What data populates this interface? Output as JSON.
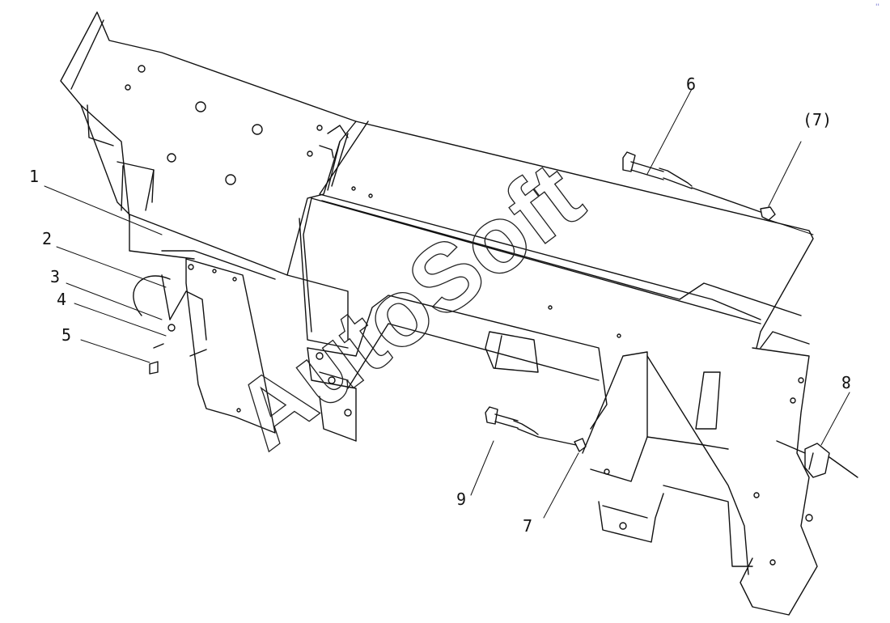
{
  "watermark": {
    "text": "AutoSoft"
  },
  "corner_mark": {
    "text": "''"
  },
  "callouts": [
    {
      "id": "1",
      "text": "1"
    },
    {
      "id": "2",
      "text": "2"
    },
    {
      "id": "3",
      "text": "3"
    },
    {
      "id": "4",
      "text": "4"
    },
    {
      "id": "5",
      "text": "5"
    },
    {
      "id": "6",
      "text": "6"
    },
    {
      "id": "7",
      "text": "7"
    },
    {
      "id": "8",
      "text": "8"
    },
    {
      "id": "9",
      "text": "9"
    },
    {
      "id": "7-ref",
      "text": "(7)"
    }
  ],
  "colors": {
    "line": "#111111",
    "watermark_outline": "#222222",
    "corner_mark": "#6b6bd0"
  }
}
